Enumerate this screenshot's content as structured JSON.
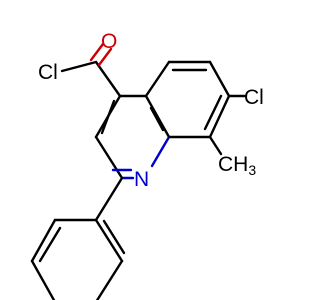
{
  "molecule": {
    "atoms": {
      "oxygen": "O",
      "acyl_chlorine": "Cl",
      "ring_chlorine": "Cl",
      "nitrogen": "N",
      "methyl_carbon": "C",
      "methyl_hydrogens": "H",
      "methyl_subscript": "3"
    },
    "colors": {
      "bond": "#000000",
      "oxygen": "#cc0000",
      "nitrogen": "#0000cc",
      "chlorine": "#000000"
    }
  }
}
